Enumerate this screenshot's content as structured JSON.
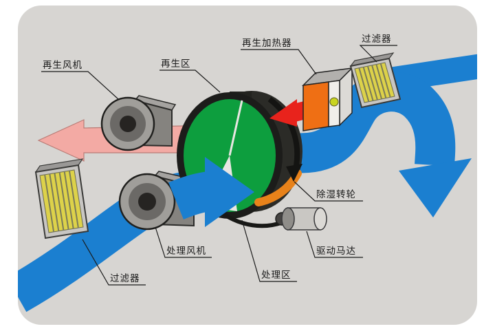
{
  "labels": {
    "regen_fan": "再生风机",
    "regen_zone": "再生区",
    "regen_heater": "再生加热器",
    "filter_top": "过滤器",
    "dehumidifier_wheel": "除湿转轮",
    "drive_motor": "驱动马达",
    "process_fan": "处理风机",
    "filter_bottom": "过滤器",
    "process_zone": "处理区"
  },
  "colors": {
    "background": "#d7d5d2",
    "process_air": "#1b7fd0",
    "regen_exhaust": "#f3aaa4",
    "regen_exhaust_edge": "#b97c76",
    "hot_air": "#e8231c",
    "wheel_face": "#0d9e3e",
    "heater_body": "#ef6f14",
    "heater_glow": "#e8821a",
    "filter_media": "#ddd24a"
  }
}
